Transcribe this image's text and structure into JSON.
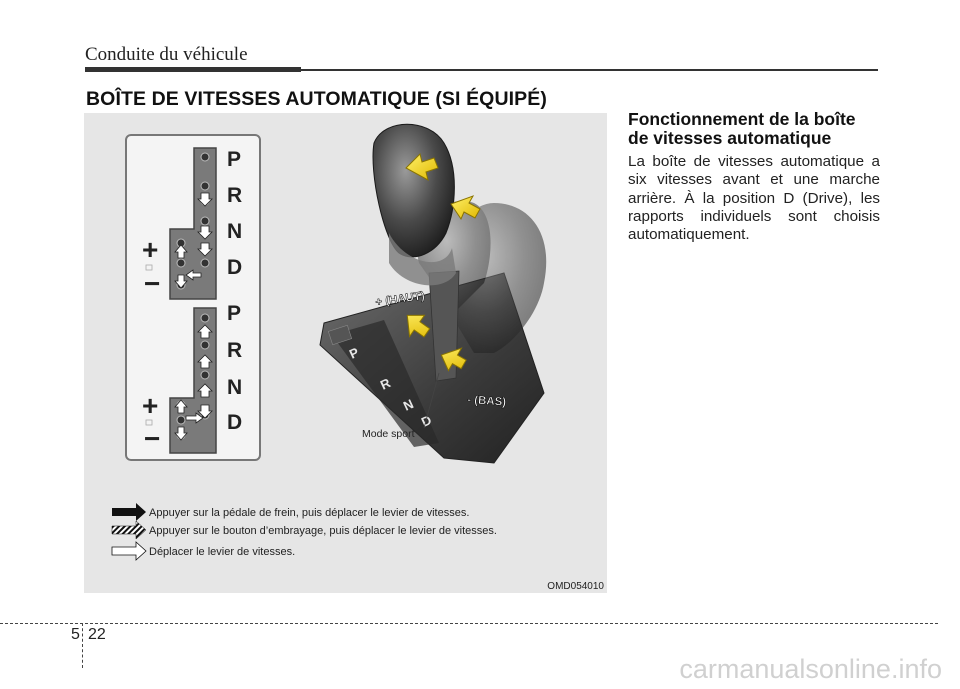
{
  "running_head": "Conduite du véhicule",
  "section_title": "BOÎTE DE VITESSES AUTOMATIQUE (SI ÉQUIPÉ)",
  "figure": {
    "gate_top_letters": [
      "P",
      "R",
      "N",
      "D"
    ],
    "gate_bottom_letters": [
      "P",
      "R",
      "N",
      "D"
    ],
    "plus_symbol": "+",
    "minus_symbol": "−",
    "label_haut": "+ (HAUT)",
    "label_bas": "- (BAS)",
    "label_mode_sport": "Mode sport",
    "shifter_letters": [
      "P",
      "R",
      "N",
      "D"
    ],
    "legend": [
      {
        "icon": "solid-arrow-icon",
        "text": "Appuyer sur la pédale de frein, puis déplacer le levier de vitesses."
      },
      {
        "icon": "hatched-arrow-icon",
        "text": "Appuyer sur le bouton d’embrayage, puis déplacer le levier de vitesses."
      },
      {
        "icon": "outline-arrow-icon",
        "text": "Déplacer le levier de vitesses."
      }
    ],
    "code": "OMD054010"
  },
  "right_column": {
    "heading": "Fonctionnement de la boîte de vitesses automatique",
    "body": "La boîte de vitesses automatique a six vitesses avant et une marche arrière. À la position D (Drive), les rapports individuels sont choisis automatiquement."
  },
  "footer": {
    "chapter": "5",
    "page": "22",
    "watermark": "carmanualsonline.info"
  }
}
